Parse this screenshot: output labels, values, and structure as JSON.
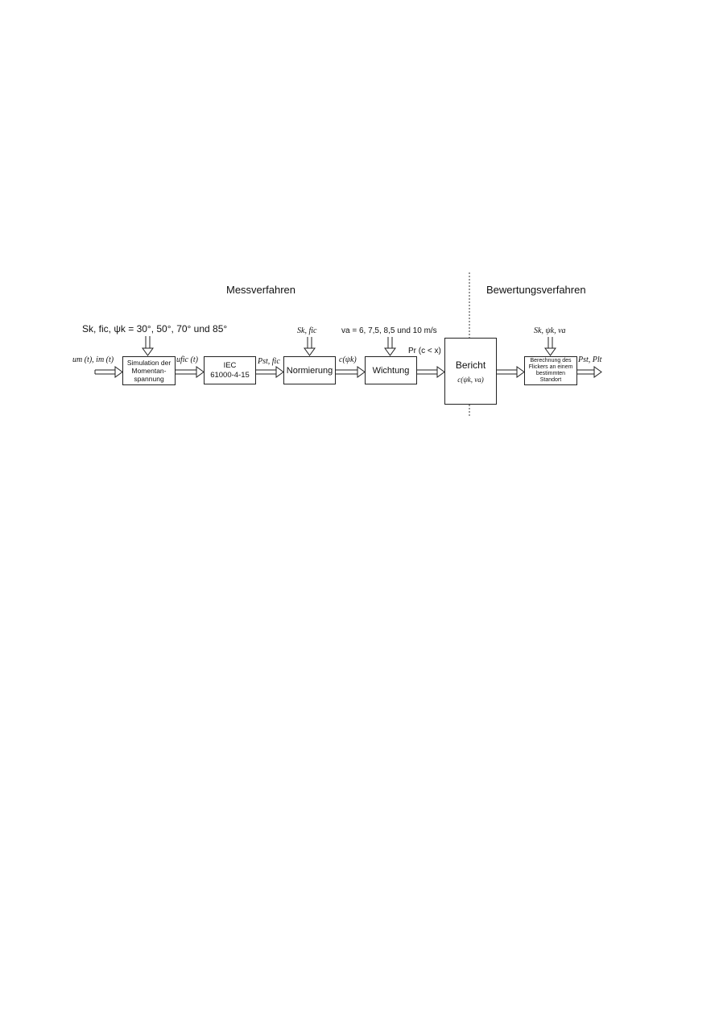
{
  "sections": {
    "left": "Messverfahren",
    "right": "Bewertungsverfahren"
  },
  "inputs": {
    "sk_fic_psi": "Sk, fic, ψk = 30°, 50°, 70° und 85°",
    "um_im": "um (t), im (t)",
    "sk_fic_norm": "Sk, fic",
    "va": "va = 6, 7,5, 8,5 und 10 m/s",
    "sk_psi_va": "Sk, ψk, va"
  },
  "signals": {
    "ufic": "ufic (t)",
    "pst_fic": "Pst, fic",
    "c_psi": "c(ψk)",
    "pr": "Pr (c < x)",
    "output": "Pst, Plt"
  },
  "boxes": {
    "simulation": {
      "line1": "Simulation der",
      "line2": "Momentan-",
      "line3": "spannung"
    },
    "iec": {
      "line1": "IEC",
      "line2": "61000-4-15"
    },
    "normierung": "Normierung",
    "wichtung": "Wichtung",
    "bericht": {
      "title": "Bericht",
      "formula": "c(ψk, va)"
    },
    "berechnung": {
      "line1": "Berechnung des",
      "line2": "Flickers an einem",
      "line3": "bestimmten",
      "line4": "Standort"
    }
  }
}
